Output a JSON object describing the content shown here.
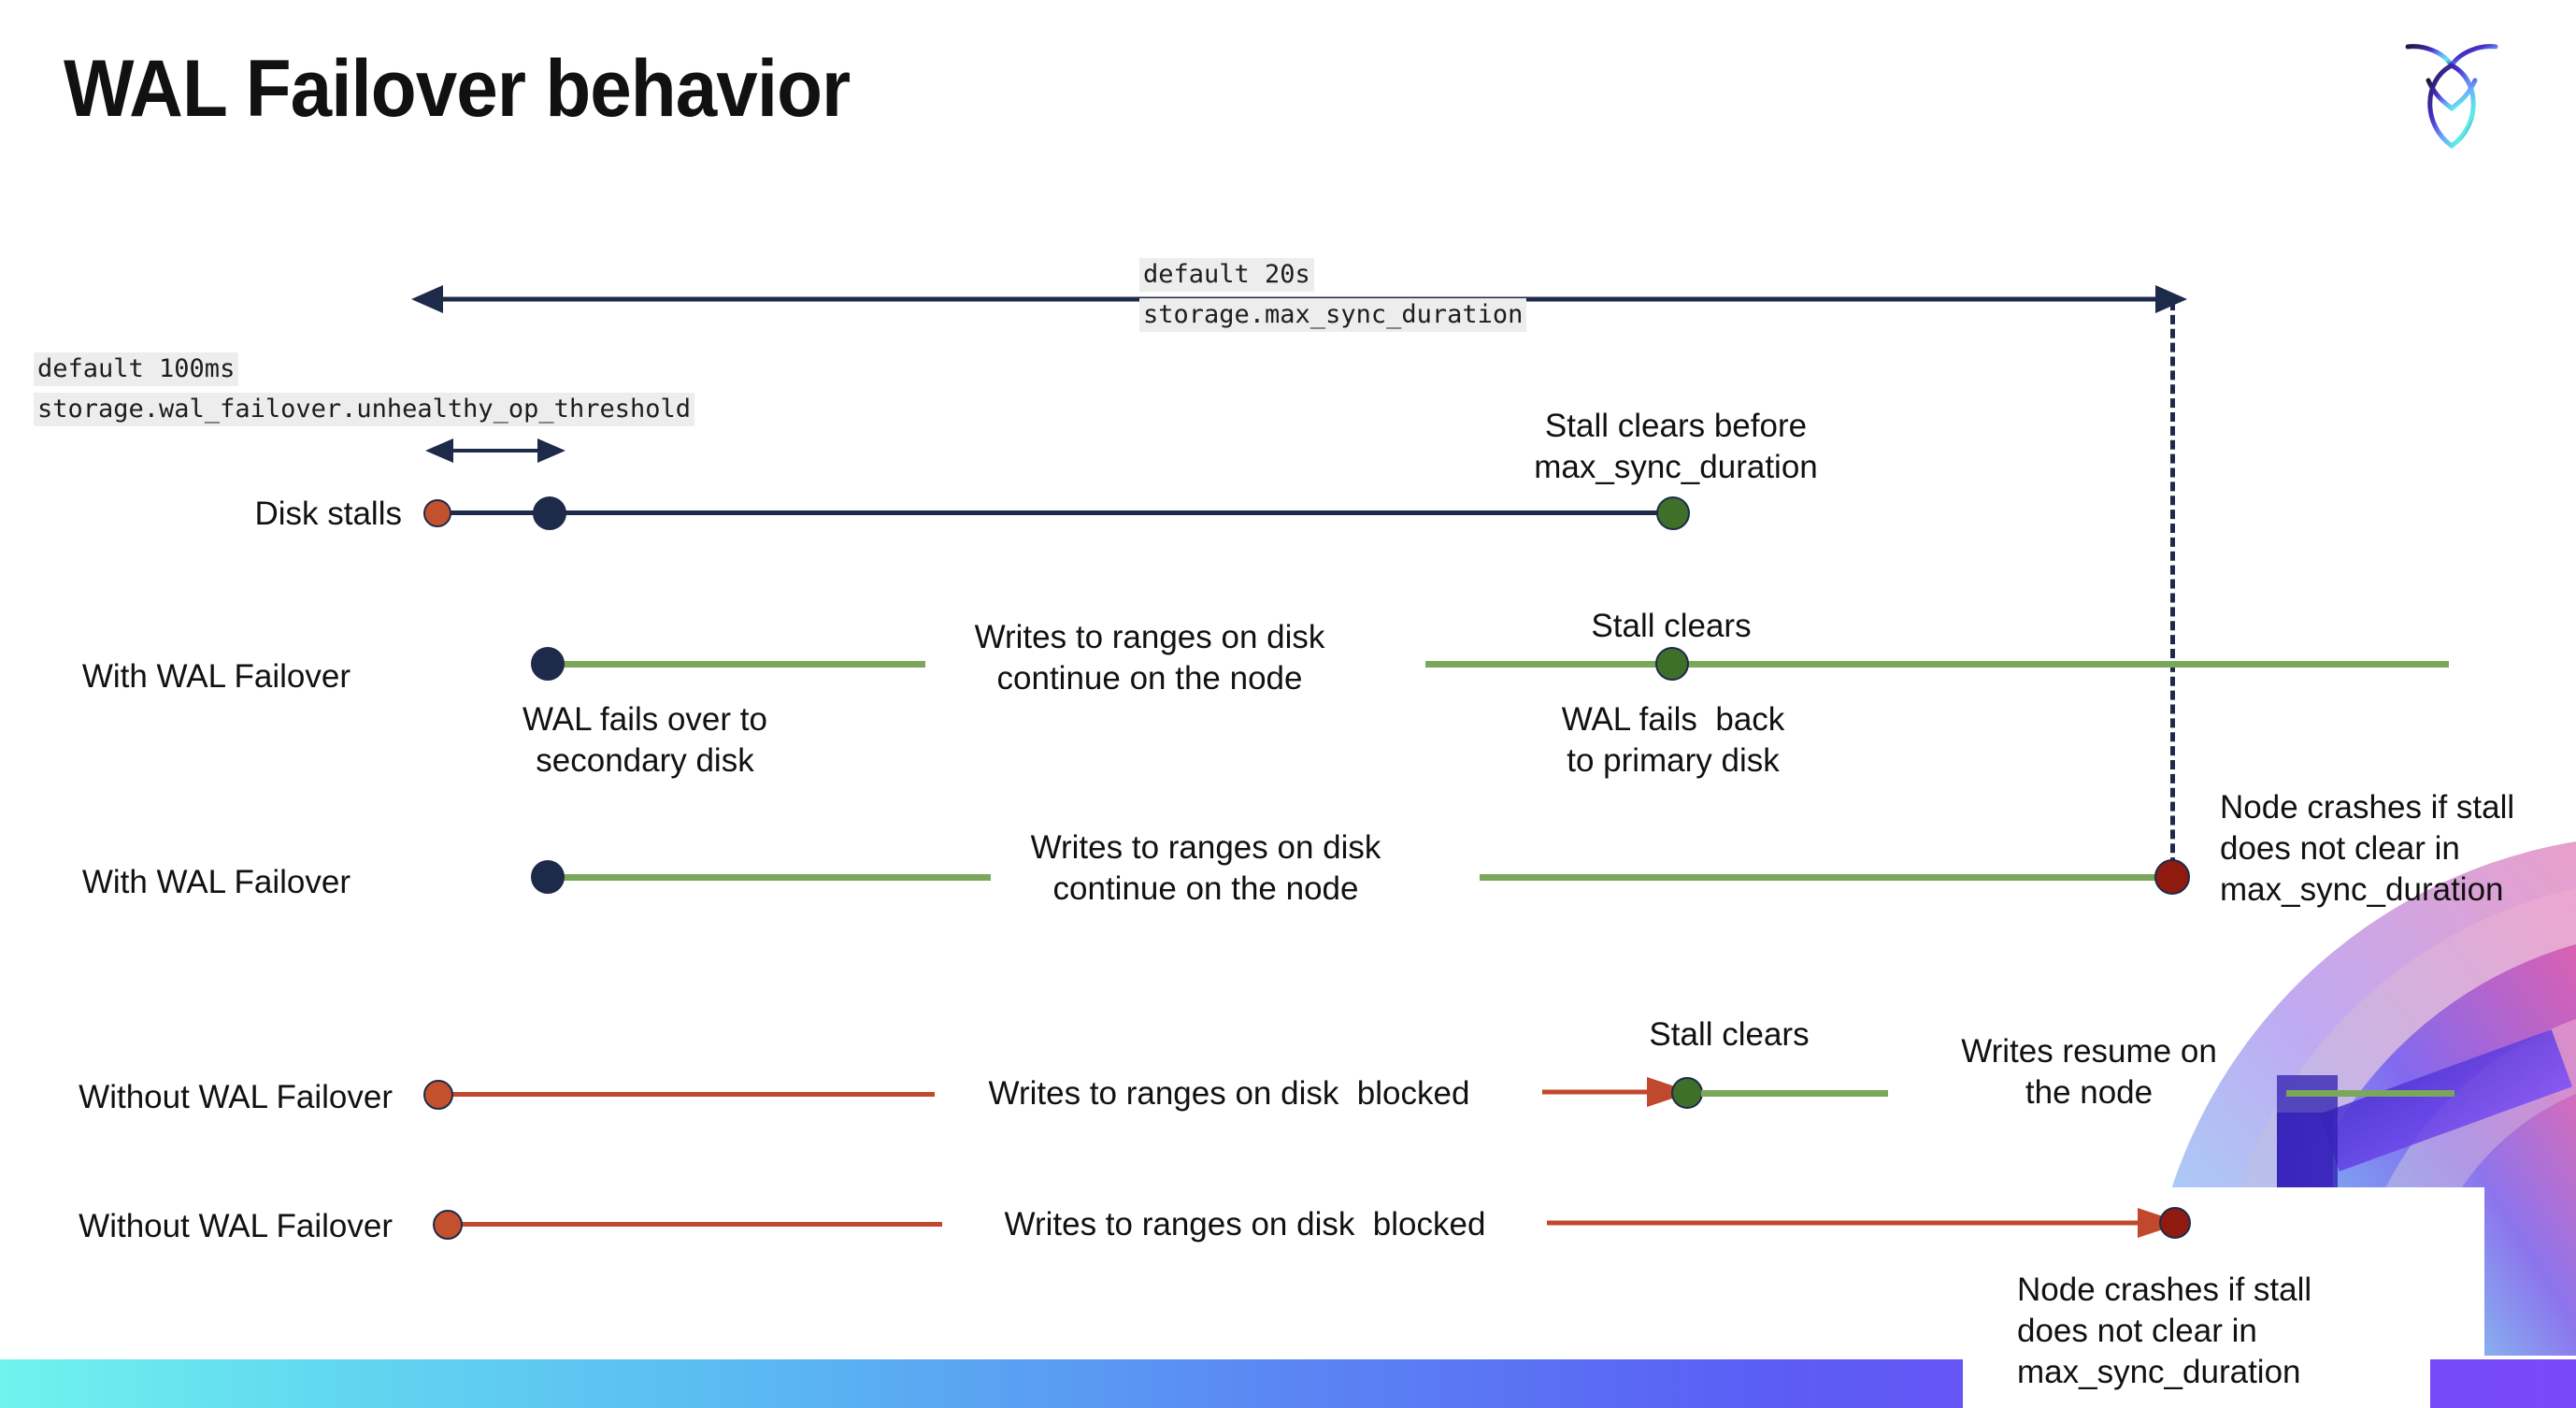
{
  "slide": {
    "title": "WAL Failover behavior",
    "logo_name": "cockroachdb-logo"
  },
  "annotations": {
    "max_sync": {
      "default": "default 20s",
      "setting": "storage.max_sync_duration"
    },
    "unhealthy": {
      "default": "default 100ms",
      "setting": "storage.wal_failover.unhealthy_op_threshold"
    }
  },
  "rows": [
    {
      "id": "disk-stalls",
      "label": "Disk stalls",
      "notes": [
        {
          "id": "stall-clears-before",
          "text": "Stall clears before\nmax_sync_duration"
        }
      ]
    },
    {
      "id": "with-wal-failover-1",
      "label": "With WAL Failover",
      "notes": [
        {
          "id": "writes-continue-1",
          "text": "Writes to ranges on disk\ncontinue on the node"
        },
        {
          "id": "stall-clears-1",
          "text": "Stall clears"
        },
        {
          "id": "wal-fails-over",
          "text": "WAL fails over to\nsecondary disk"
        },
        {
          "id": "wal-fails-back",
          "text": "WAL fails  back\nto primary disk"
        }
      ]
    },
    {
      "id": "with-wal-failover-2",
      "label": "With WAL Failover",
      "notes": [
        {
          "id": "writes-continue-2",
          "text": "Writes to ranges on disk\ncontinue on the node"
        },
        {
          "id": "node-crashes-1",
          "text": "Node crashes if stall\ndoes not clear in\nmax_sync_duration"
        }
      ]
    },
    {
      "id": "without-wal-failover-1",
      "label": "Without WAL Failover",
      "notes": [
        {
          "id": "writes-blocked-1",
          "text": "Writes to ranges on disk  blocked"
        },
        {
          "id": "stall-clears-2",
          "text": "Stall clears"
        },
        {
          "id": "writes-resume",
          "text": "Writes resume on\nthe node"
        }
      ]
    },
    {
      "id": "without-wal-failover-2",
      "label": "Without WAL Failover",
      "notes": [
        {
          "id": "writes-blocked-2",
          "text": "Writes to ranges on disk  blocked"
        },
        {
          "id": "node-crashes-2",
          "text": "Node crashes if stall\ndoes not clear in\nmax_sync_duration"
        }
      ]
    }
  ],
  "colors": {
    "navy": "#1e2a4a",
    "green_line": "#7aa75a",
    "green_dot": "#3e7029",
    "orange_dot": "#c4512e",
    "red_line": "#c0482c",
    "dark_red_dot": "#8e1a10",
    "chip_bg": "#ededed"
  }
}
